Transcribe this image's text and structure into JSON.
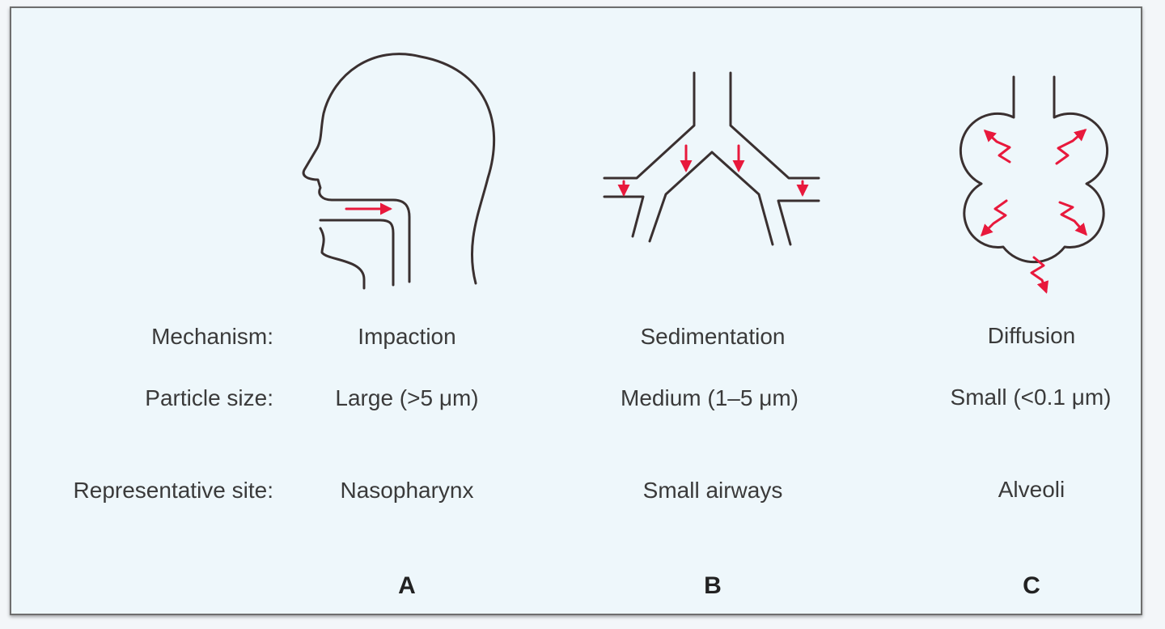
{
  "row_labels": {
    "mechanism": "Mechanism:",
    "particle_size": "Particle size:",
    "site": "Representative site:"
  },
  "panels": [
    {
      "letter": "A",
      "mechanism": "Impaction",
      "particle_size": "Large (>5 μm)",
      "site": "Nasopharynx",
      "icon": "head-airway-icon"
    },
    {
      "letter": "B",
      "mechanism": "Sedimentation",
      "particle_size": "Medium (1–5 μm)",
      "site": "Small airways",
      "icon": "bronchi-branch-icon"
    },
    {
      "letter": "C",
      "mechanism": "Diffusion",
      "particle_size": "Small (<0.1 μm)",
      "site": "Alveoli",
      "icon": "alveoli-icon"
    }
  ],
  "colors": {
    "line": "#3a3030",
    "arrow": "#e8193c",
    "background": "#eef7fb"
  }
}
